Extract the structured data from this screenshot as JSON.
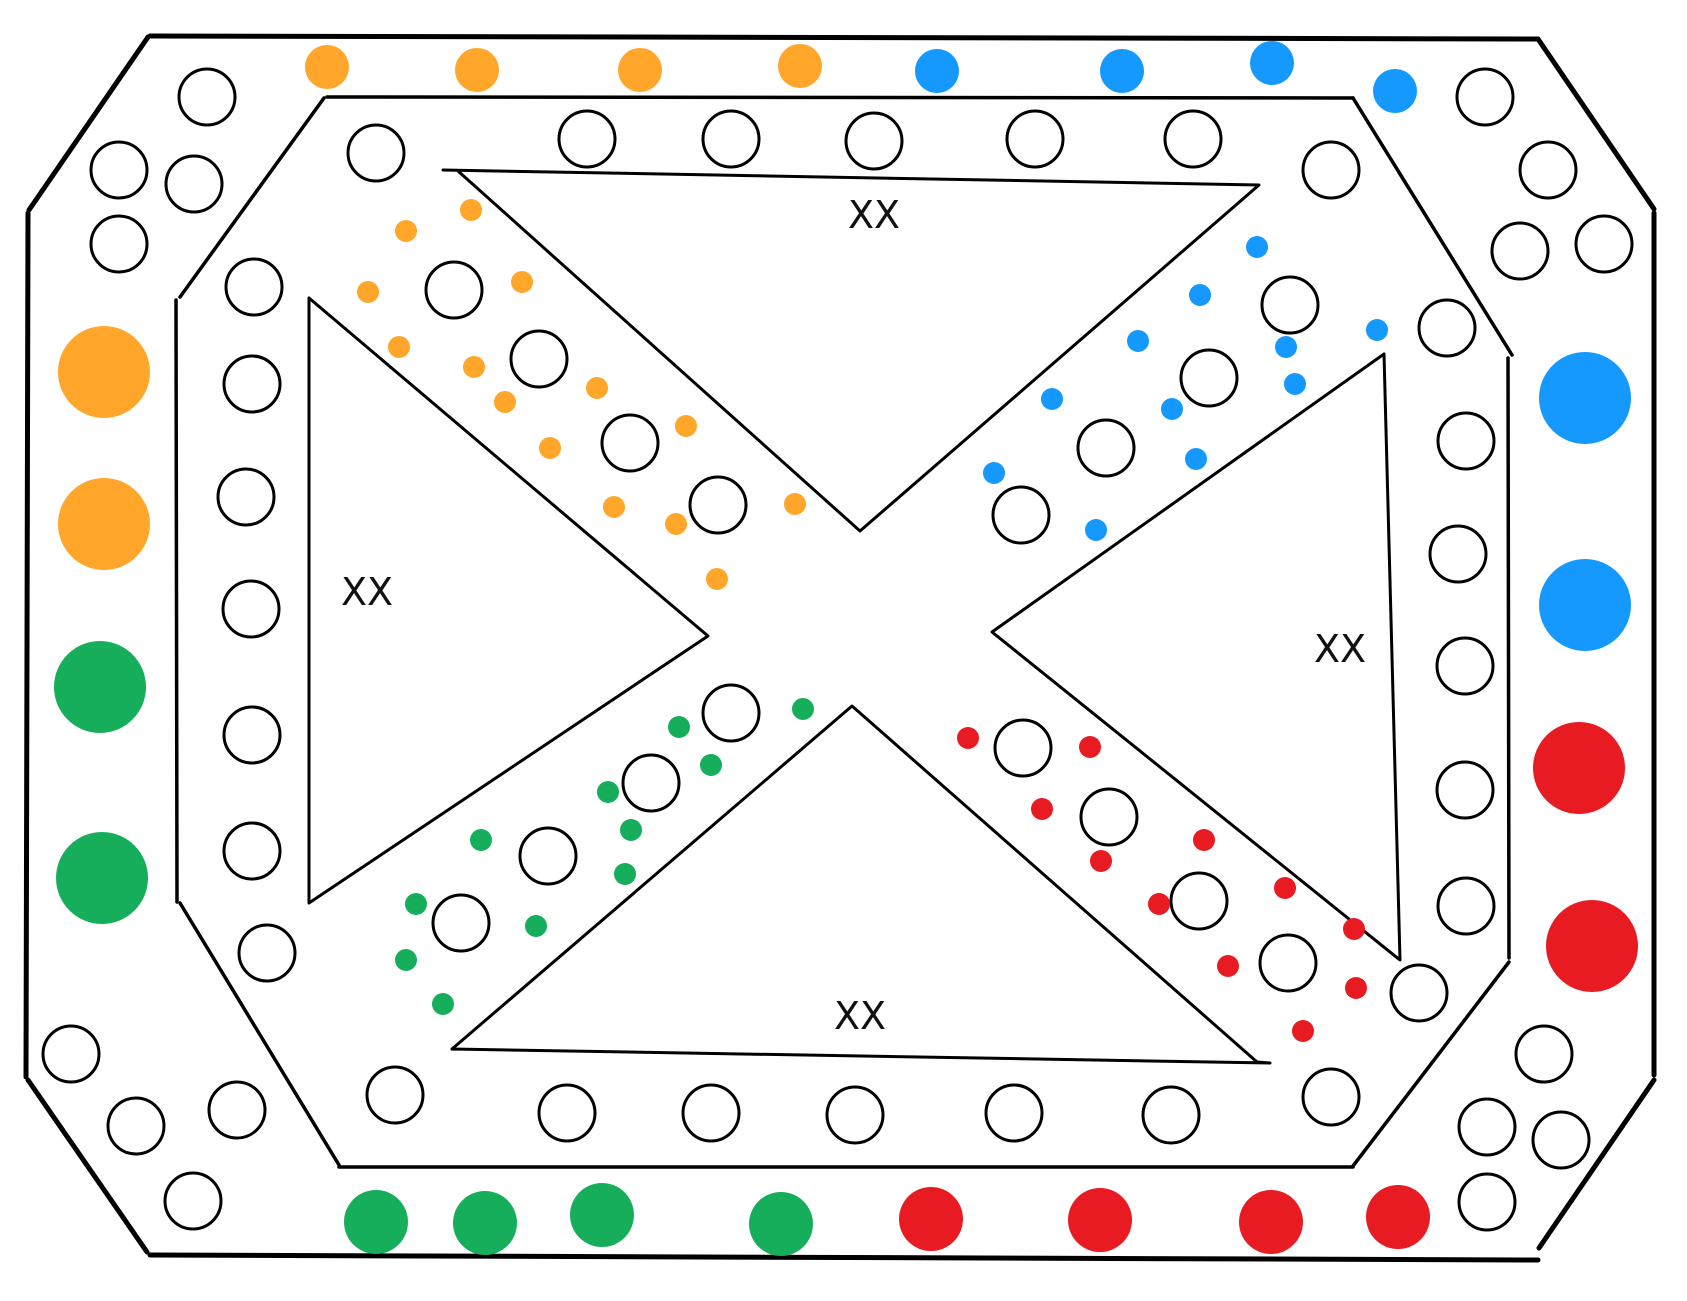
{
  "board": {
    "colors": {
      "orange": "#FFA62B",
      "blue": "#1599FF",
      "green": "#16AE5A",
      "red": "#E81B23",
      "line": "#000000",
      "background": "#FFFFFF"
    },
    "zones": {
      "top": {
        "label": "XX"
      },
      "left": {
        "label": "XX"
      },
      "right": {
        "label": "XX"
      },
      "bottom": {
        "label": "XX"
      }
    },
    "home_pieces": {
      "orange": {
        "count": 6
      },
      "blue": {
        "count": 6
      },
      "green": {
        "count": 6
      },
      "red": {
        "count": 6
      }
    }
  }
}
